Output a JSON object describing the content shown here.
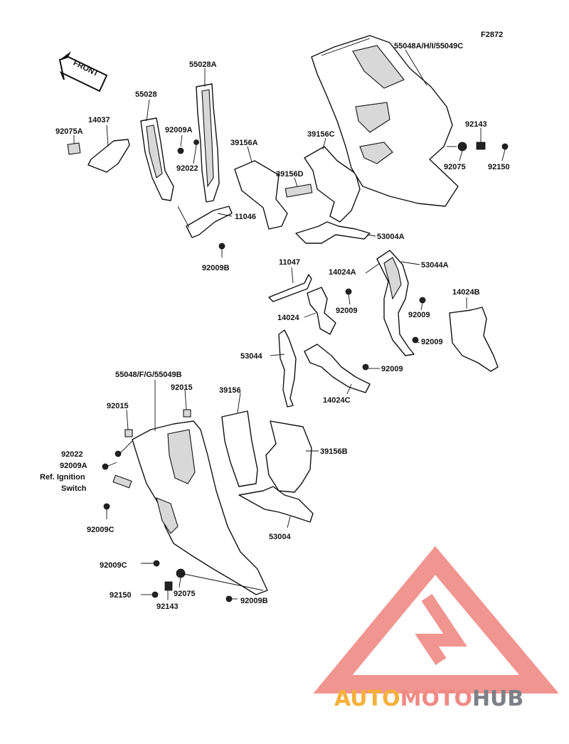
{
  "figure_code": "F2872",
  "front_label": "FRONT",
  "watermark": {
    "part1": "AUTO",
    "part2": "MOTO",
    "part3": "HUB"
  },
  "labels": {
    "l_55048A": "55048A/H/I/55049C",
    "l_55028A": "55028A",
    "l_55028": "55028",
    "l_14037": "14037",
    "l_92075A": "92075A",
    "l_92009A_top": "92009A",
    "l_92022_top": "92022",
    "l_39156A": "39156A",
    "l_39156C": "39156C",
    "l_39156D": "39156D",
    "l_11046": "11046",
    "l_92009B_top": "92009B",
    "l_92143_top": "92143",
    "l_92075_top": "92075",
    "l_92150_top": "92150",
    "l_53004A": "53004A",
    "l_11047": "11047",
    "l_14024A": "14024A",
    "l_53044A": "53044A",
    "l_92009_a": "92009",
    "l_14024": "14024",
    "l_92009_b": "92009",
    "l_14024B": "14024B",
    "l_92009_c": "92009",
    "l_53044": "53044",
    "l_92009_d": "92009",
    "l_14024C": "14024C",
    "l_55048F": "55048/F/G/55049B",
    "l_92015_a": "92015",
    "l_92015_b": "92015",
    "l_39156": "39156",
    "l_39156B": "39156B",
    "l_92022_bot": "92022",
    "l_92009A_bot": "92009A",
    "l_ref1": "Ref. Ignition",
    "l_ref2": "Switch",
    "l_92009C_a": "92009C",
    "l_53004": "53004",
    "l_92009C_b": "92009C",
    "l_92150_bot": "92150",
    "l_92075_bot": "92075",
    "l_92143_bot": "92143",
    "l_92009B_bot": "92009B"
  }
}
